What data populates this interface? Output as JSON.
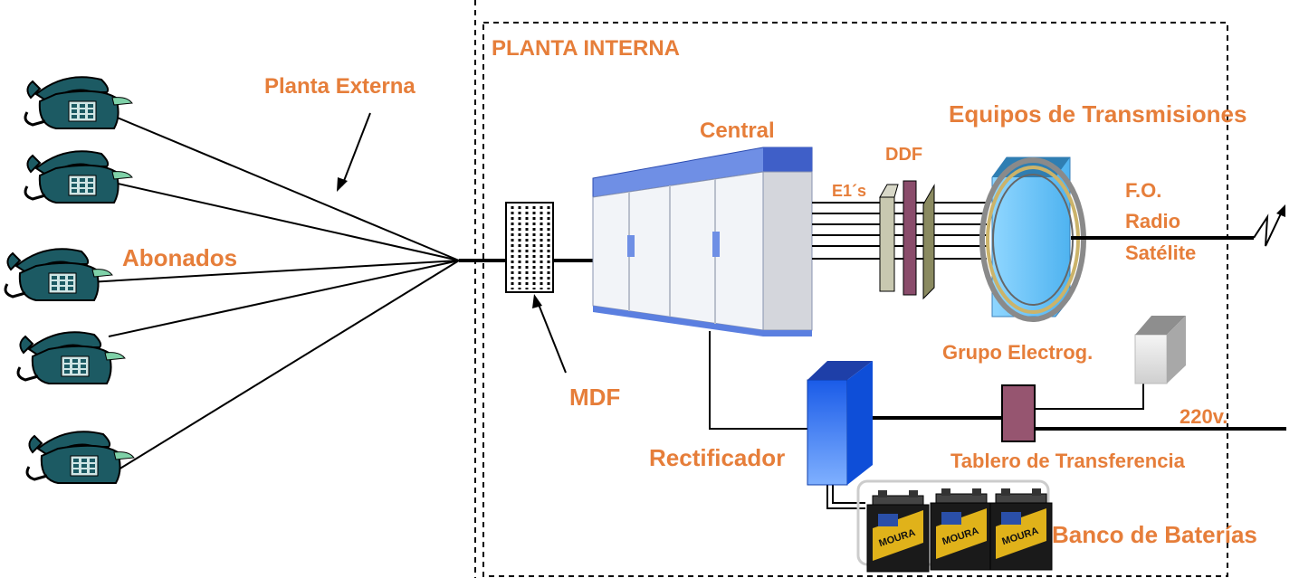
{
  "colors": {
    "label": "#E67E3A",
    "phone": "#1C5A63",
    "central_front": "#F2F4F8",
    "central_top": "#6F8FE5",
    "rectifier": "#1C5FE6",
    "ddf": "#8A4C6B",
    "panel": "#965570",
    "line": "#000000"
  },
  "labels": {
    "planta_interna": "PLANTA INTERNA",
    "planta_externa": "Planta Externa",
    "abonados": "Abonados",
    "central": "Central",
    "mdf": "MDF",
    "ddf": "DDF",
    "e1s": "E1´s",
    "equipos_transmisiones": "Equipos de Transmisiones",
    "fo": "F.O.",
    "radio": "Radio",
    "satelite": "Satélite",
    "grupo_electrog": "Grupo Electrog.",
    "v220": "220v.",
    "rectificador": "Rectificador",
    "tablero": "Tablero de Transferencia",
    "banco_baterias": "Banco de Baterías"
  },
  "battery": {
    "brand": "MOURA"
  },
  "icons": {
    "phone": "telephone-icon",
    "battery": "battery-icon",
    "generator": "generator-icon",
    "lightning": "lightning-icon"
  }
}
